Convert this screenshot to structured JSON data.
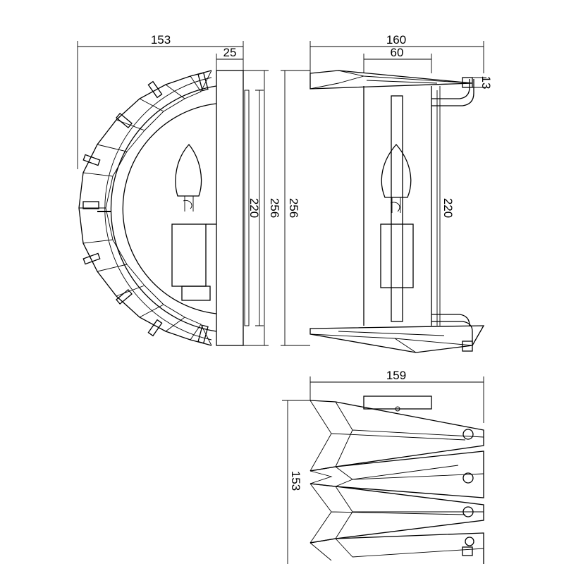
{
  "dimensions": {
    "side_width": "153",
    "side_depth": "25",
    "side_height_outer": "256",
    "side_height_inner": "220",
    "front_height_outer": "256",
    "front_width": "160",
    "front_backplate_width": "60",
    "front_bracket": "13",
    "front_height_inner": "220",
    "top_width": "159",
    "top_depth": "153"
  }
}
